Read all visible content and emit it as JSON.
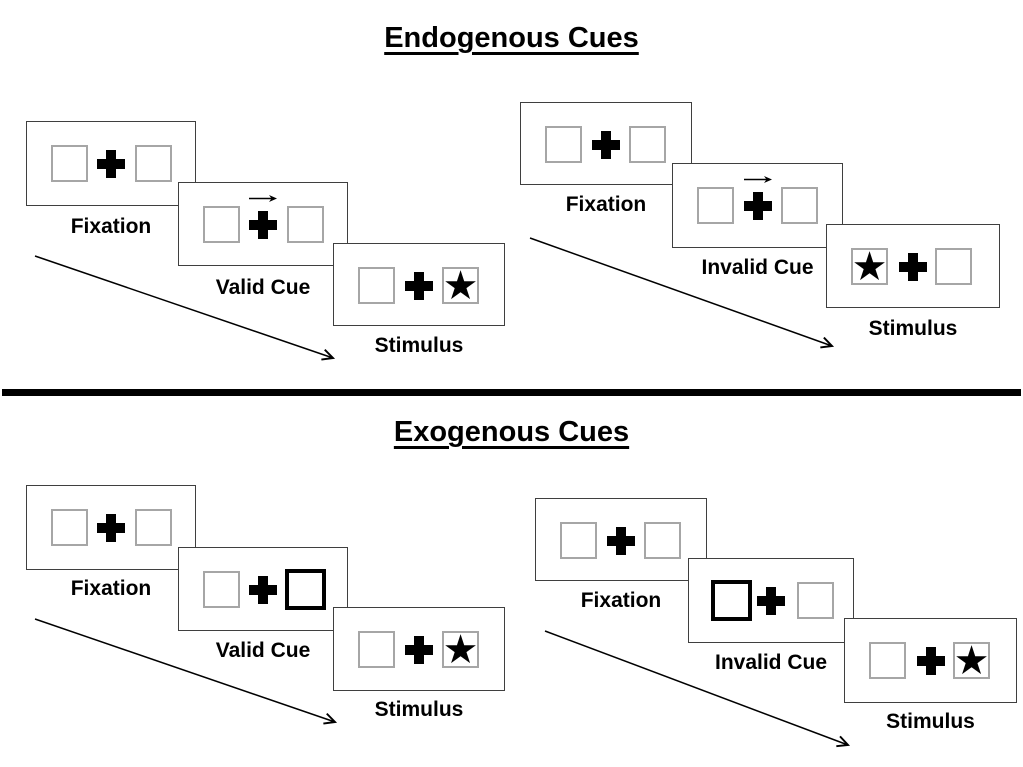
{
  "colors": {
    "background": "#ffffff",
    "panel_border": "#3f3f3f",
    "placeholder_box_border": "#a6a6a6",
    "exogenous_cue_box_border": "#000000",
    "text": "#000000",
    "divider": "#000000"
  },
  "icons": {
    "star": "★",
    "fixation_cross": "+",
    "cue_arrow": "→"
  },
  "sections": [
    {
      "id": "endogenous",
      "title": "Endogenous Cues",
      "sequences": [
        {
          "name": "valid-trial",
          "steps": [
            {
              "label": "Fixation",
              "type": "fixation"
            },
            {
              "label": "Valid Cue",
              "type": "endogenous-cue",
              "cue_direction": "right"
            },
            {
              "label": "Stimulus",
              "type": "stimulus",
              "star_side": "right"
            }
          ]
        },
        {
          "name": "invalid-trial",
          "steps": [
            {
              "label": "Fixation",
              "type": "fixation"
            },
            {
              "label": "Invalid Cue",
              "type": "endogenous-cue",
              "cue_direction": "right"
            },
            {
              "label": "Stimulus",
              "type": "stimulus",
              "star_side": "left"
            }
          ]
        }
      ]
    },
    {
      "id": "exogenous",
      "title": "Exogenous Cues",
      "sequences": [
        {
          "name": "valid-trial",
          "steps": [
            {
              "label": "Fixation",
              "type": "fixation"
            },
            {
              "label": "Valid Cue",
              "type": "exogenous-cue",
              "highlight_side": "right"
            },
            {
              "label": "Stimulus",
              "type": "stimulus",
              "star_side": "right"
            }
          ]
        },
        {
          "name": "invalid-trial",
          "steps": [
            {
              "label": "Fixation",
              "type": "fixation"
            },
            {
              "label": "Invalid Cue",
              "type": "exogenous-cue",
              "highlight_side": "left"
            },
            {
              "label": "Stimulus",
              "type": "stimulus",
              "star_side": "right"
            }
          ]
        }
      ]
    }
  ]
}
